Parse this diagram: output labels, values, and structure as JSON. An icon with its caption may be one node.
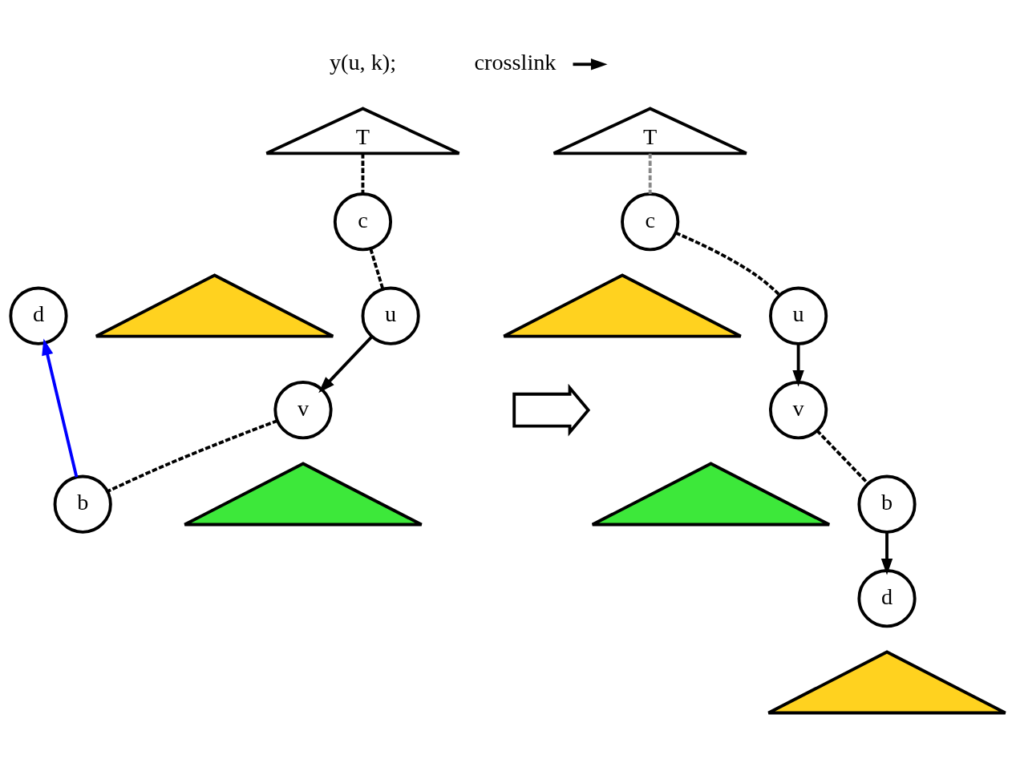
{
  "diagram": {
    "nodes": [
      {
        "text": [
          "T"
        ]
      },
      {
        "text": [],
        "shape": "triangle"
      },
      {
        "text": [
          "c"
        ]
      },
      {
        "text": [
          "u"
        ]
      },
      {
        "text": [
          "d"
        ]
      },
      {
        "text": [],
        "shape": "triangle"
      },
      {
        "text": [
          "v"
        ]
      },
      {
        "text": [
          "b"
        ]
      },
      {
        "text": [
          "crosslink"
        ]
      },
      {
        "text": [],
        "shape": "arrow"
      },
      {
        "text": [
          "T"
        ]
      },
      {
        "text": [],
        "shape": "triangle"
      },
      {
        "text": [
          "c"
        ]
      },
      {
        "text": [
          "u"
        ]
      },
      {
        "text": [],
        "shape": "triangle"
      },
      {
        "text": [
          "v"
        ]
      },
      {
        "text": [
          "b"
        ]
      },
      {
        "text": [
          "d"
        ]
      },
      {
        "text": [],
        "shape": "triangle"
      }
    ],
    "edges": [
      {
        "from": 0,
        "to": 2,
        "arrow": "none",
        "style": "dashed"
      },
      {
        "from": 2,
        "to": 3,
        "arrow": "none",
        "style": "dashed"
      },
      {
        "from": 3,
        "to": 6,
        "arrow": "to"
      },
      {
        "from": 6,
        "to": 7,
        "arrow": "none",
        "style": "dashed"
      },
      {
        "from": 7,
        "to": 4,
        "arrow": "to",
        "color": "#0000ff"
      },
      {
        "from": 8,
        "to": null,
        "arrow": "to"
      },
      {
        "from": 10,
        "to": 12,
        "arrow": "none",
        "style": "dashed",
        "color": "#888888"
      },
      {
        "from": 12,
        "to": 13,
        "arrow": "none",
        "style": "dashed"
      },
      {
        "from": 13,
        "to": 15,
        "arrow": "to"
      },
      {
        "from": 15,
        "to": 16,
        "arrow": "none",
        "style": "dashed"
      },
      {
        "from": 16,
        "to": 17,
        "arrow": "to"
      }
    ],
    "labels": [
      "y(u, k);"
    ]
  }
}
